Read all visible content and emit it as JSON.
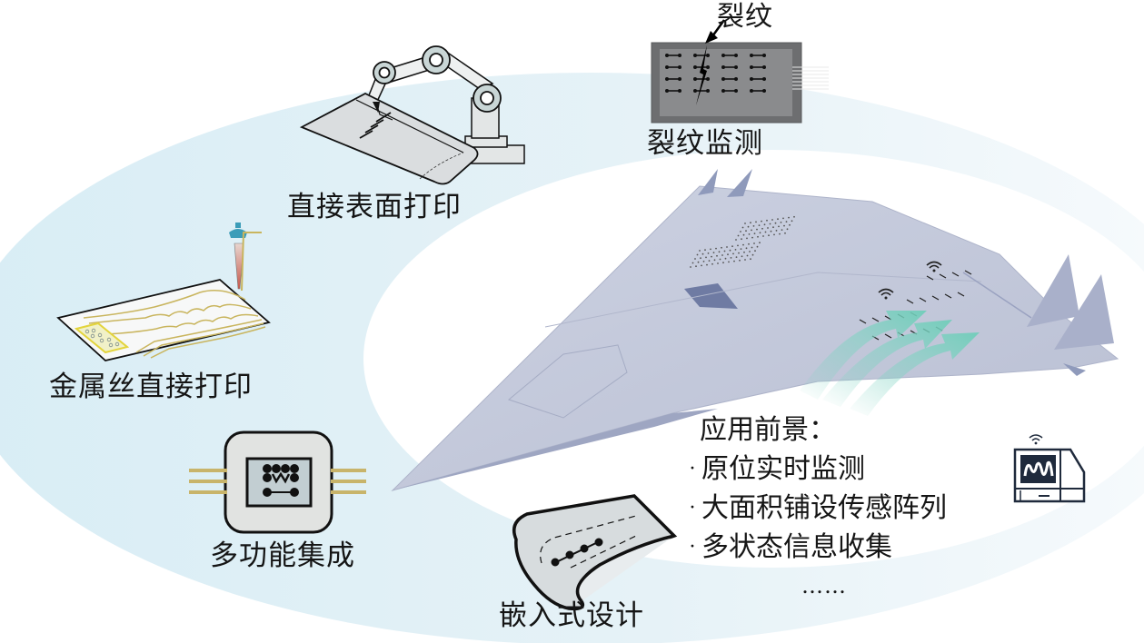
{
  "figure": {
    "colors": {
      "outer_ring": "#dceef5",
      "inner_field": "#ffffff",
      "aircraft": "#c2c8da",
      "aircraft_shadow": "#8e98b8",
      "airflow": "#7fd3c2",
      "gold_wire": "#c8b46a",
      "panel_gray": "#6d6e70"
    },
    "methods": [
      {
        "id": "crack-monitoring",
        "label": "裂纹监测",
        "callout": "裂纹"
      },
      {
        "id": "direct-surface-printing",
        "label": "直接表面打印"
      },
      {
        "id": "metal-wire-direct-printing",
        "label": "金属丝直接打印"
      },
      {
        "id": "multifunctional-integration",
        "label": "多功能集成"
      },
      {
        "id": "embedded-design",
        "label": "嵌入式设计"
      }
    ],
    "applications": {
      "title": "应用前景：",
      "items": [
        {
          "bullet": "·",
          "text": "原位实时监测"
        },
        {
          "bullet": "·",
          "text": "大面积铺设传感阵列"
        },
        {
          "bullet": "·",
          "text": "多状态信息收集"
        }
      ],
      "more": "……"
    }
  }
}
